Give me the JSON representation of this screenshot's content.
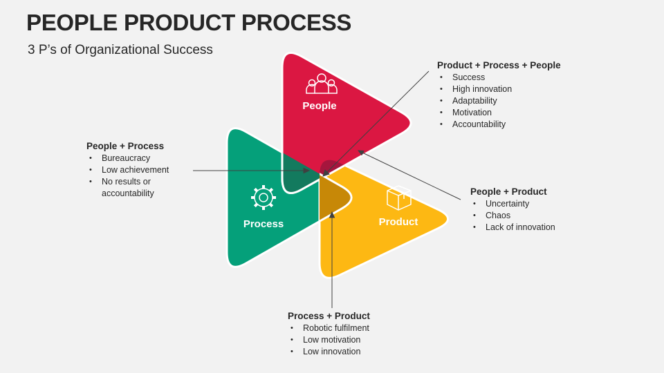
{
  "header": {
    "title": "PEOPLE PRODUCT PROCESS",
    "subtitle": "3 P’s of Organizational Success"
  },
  "segments": {
    "people": {
      "label": "People",
      "color": "#db1742",
      "icon": "people-group-icon"
    },
    "process": {
      "label": "Process",
      "color": "#05a07a",
      "icon": "gear-icon"
    },
    "product": {
      "label": "Product",
      "color": "#fdb813",
      "icon": "box-icon"
    }
  },
  "overlaps": {
    "people_process": "#137a5e",
    "people_product": "#a5163d",
    "process_product": "#c78807"
  },
  "blocks": {
    "triple": {
      "title": "Product + Process + People",
      "items": [
        "Success",
        "High innovation",
        "Adaptability",
        "Motivation",
        "Accountability"
      ]
    },
    "people_process": {
      "title": "People + Process",
      "items": [
        "Bureaucracy",
        "Low achievement",
        "No results or accountability"
      ]
    },
    "people_product": {
      "title": "People + Product",
      "items": [
        "Uncertainty",
        "Chaos",
        "Lack of innovation"
      ]
    },
    "process_product": {
      "title": "Process + Product",
      "items": [
        "Robotic fulfilment",
        "Low motivation",
        "Low innovation"
      ]
    }
  }
}
